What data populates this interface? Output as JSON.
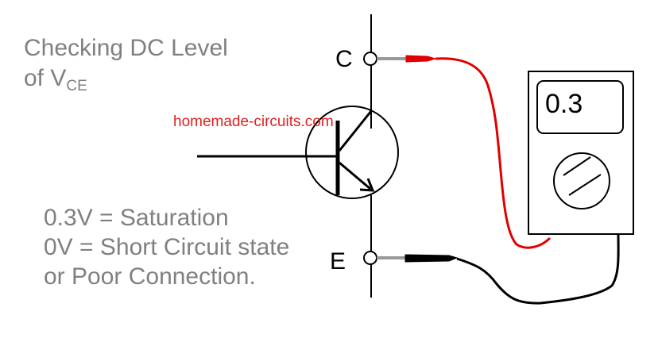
{
  "title": {
    "line1": "Checking DC Level",
    "line2_prefix": "of V",
    "line2_subscript": "CE"
  },
  "watermark": "homemade-circuits.com",
  "notes": [
    "0.3V = Saturation",
    "0V = Short Circuit state",
    "or Poor Connection."
  ],
  "terminals": {
    "collector": "C",
    "emitter": "E"
  },
  "multimeter": {
    "reading": "0.3"
  },
  "colors": {
    "text_gray": "#808080",
    "watermark_red": "#e02020",
    "red_probe": "#e00000",
    "black_probe": "#000000",
    "probe_tip_gray": "#999999"
  }
}
